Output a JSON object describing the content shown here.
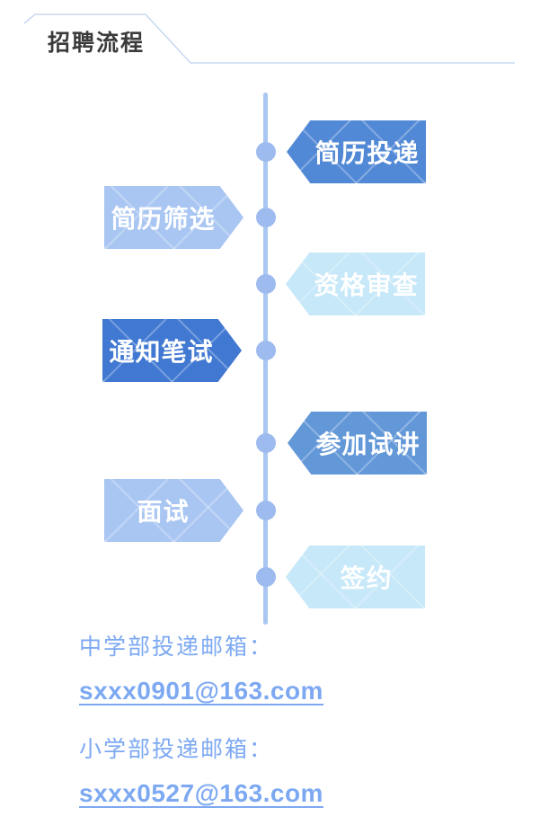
{
  "header": {
    "title": "招聘流程"
  },
  "colors": {
    "header_accent_line": "#c9d9ef",
    "title_text": "#3b3b3b",
    "timeline_line": "#a9c7f2",
    "timeline_dot": "#9dbbef",
    "step_text": "#ffffff",
    "contact_text": "#7da9f2"
  },
  "process": {
    "steps": [
      {
        "label": "简历投递",
        "side": "right",
        "color": "#5289d6"
      },
      {
        "label": "简历筛选",
        "side": "left",
        "color": "#a9c6f2"
      },
      {
        "label": "资格审查",
        "side": "right",
        "color": "#c6e8f8"
      },
      {
        "label": "通知笔试",
        "side": "left",
        "color": "#4078d2"
      },
      {
        "label": "参加试讲",
        "side": "right",
        "color": "#6297d8"
      },
      {
        "label": "面试",
        "side": "left",
        "color": "#a9c6f2"
      },
      {
        "label": "签约",
        "side": "right",
        "color": "#c6e8f8"
      }
    ]
  },
  "contact": {
    "sections": [
      {
        "label": "中学部投递邮箱：",
        "email": "sxxx0901@163.com"
      },
      {
        "label": "小学部投递邮箱：",
        "email": "sxxx0527@163.com"
      }
    ]
  }
}
